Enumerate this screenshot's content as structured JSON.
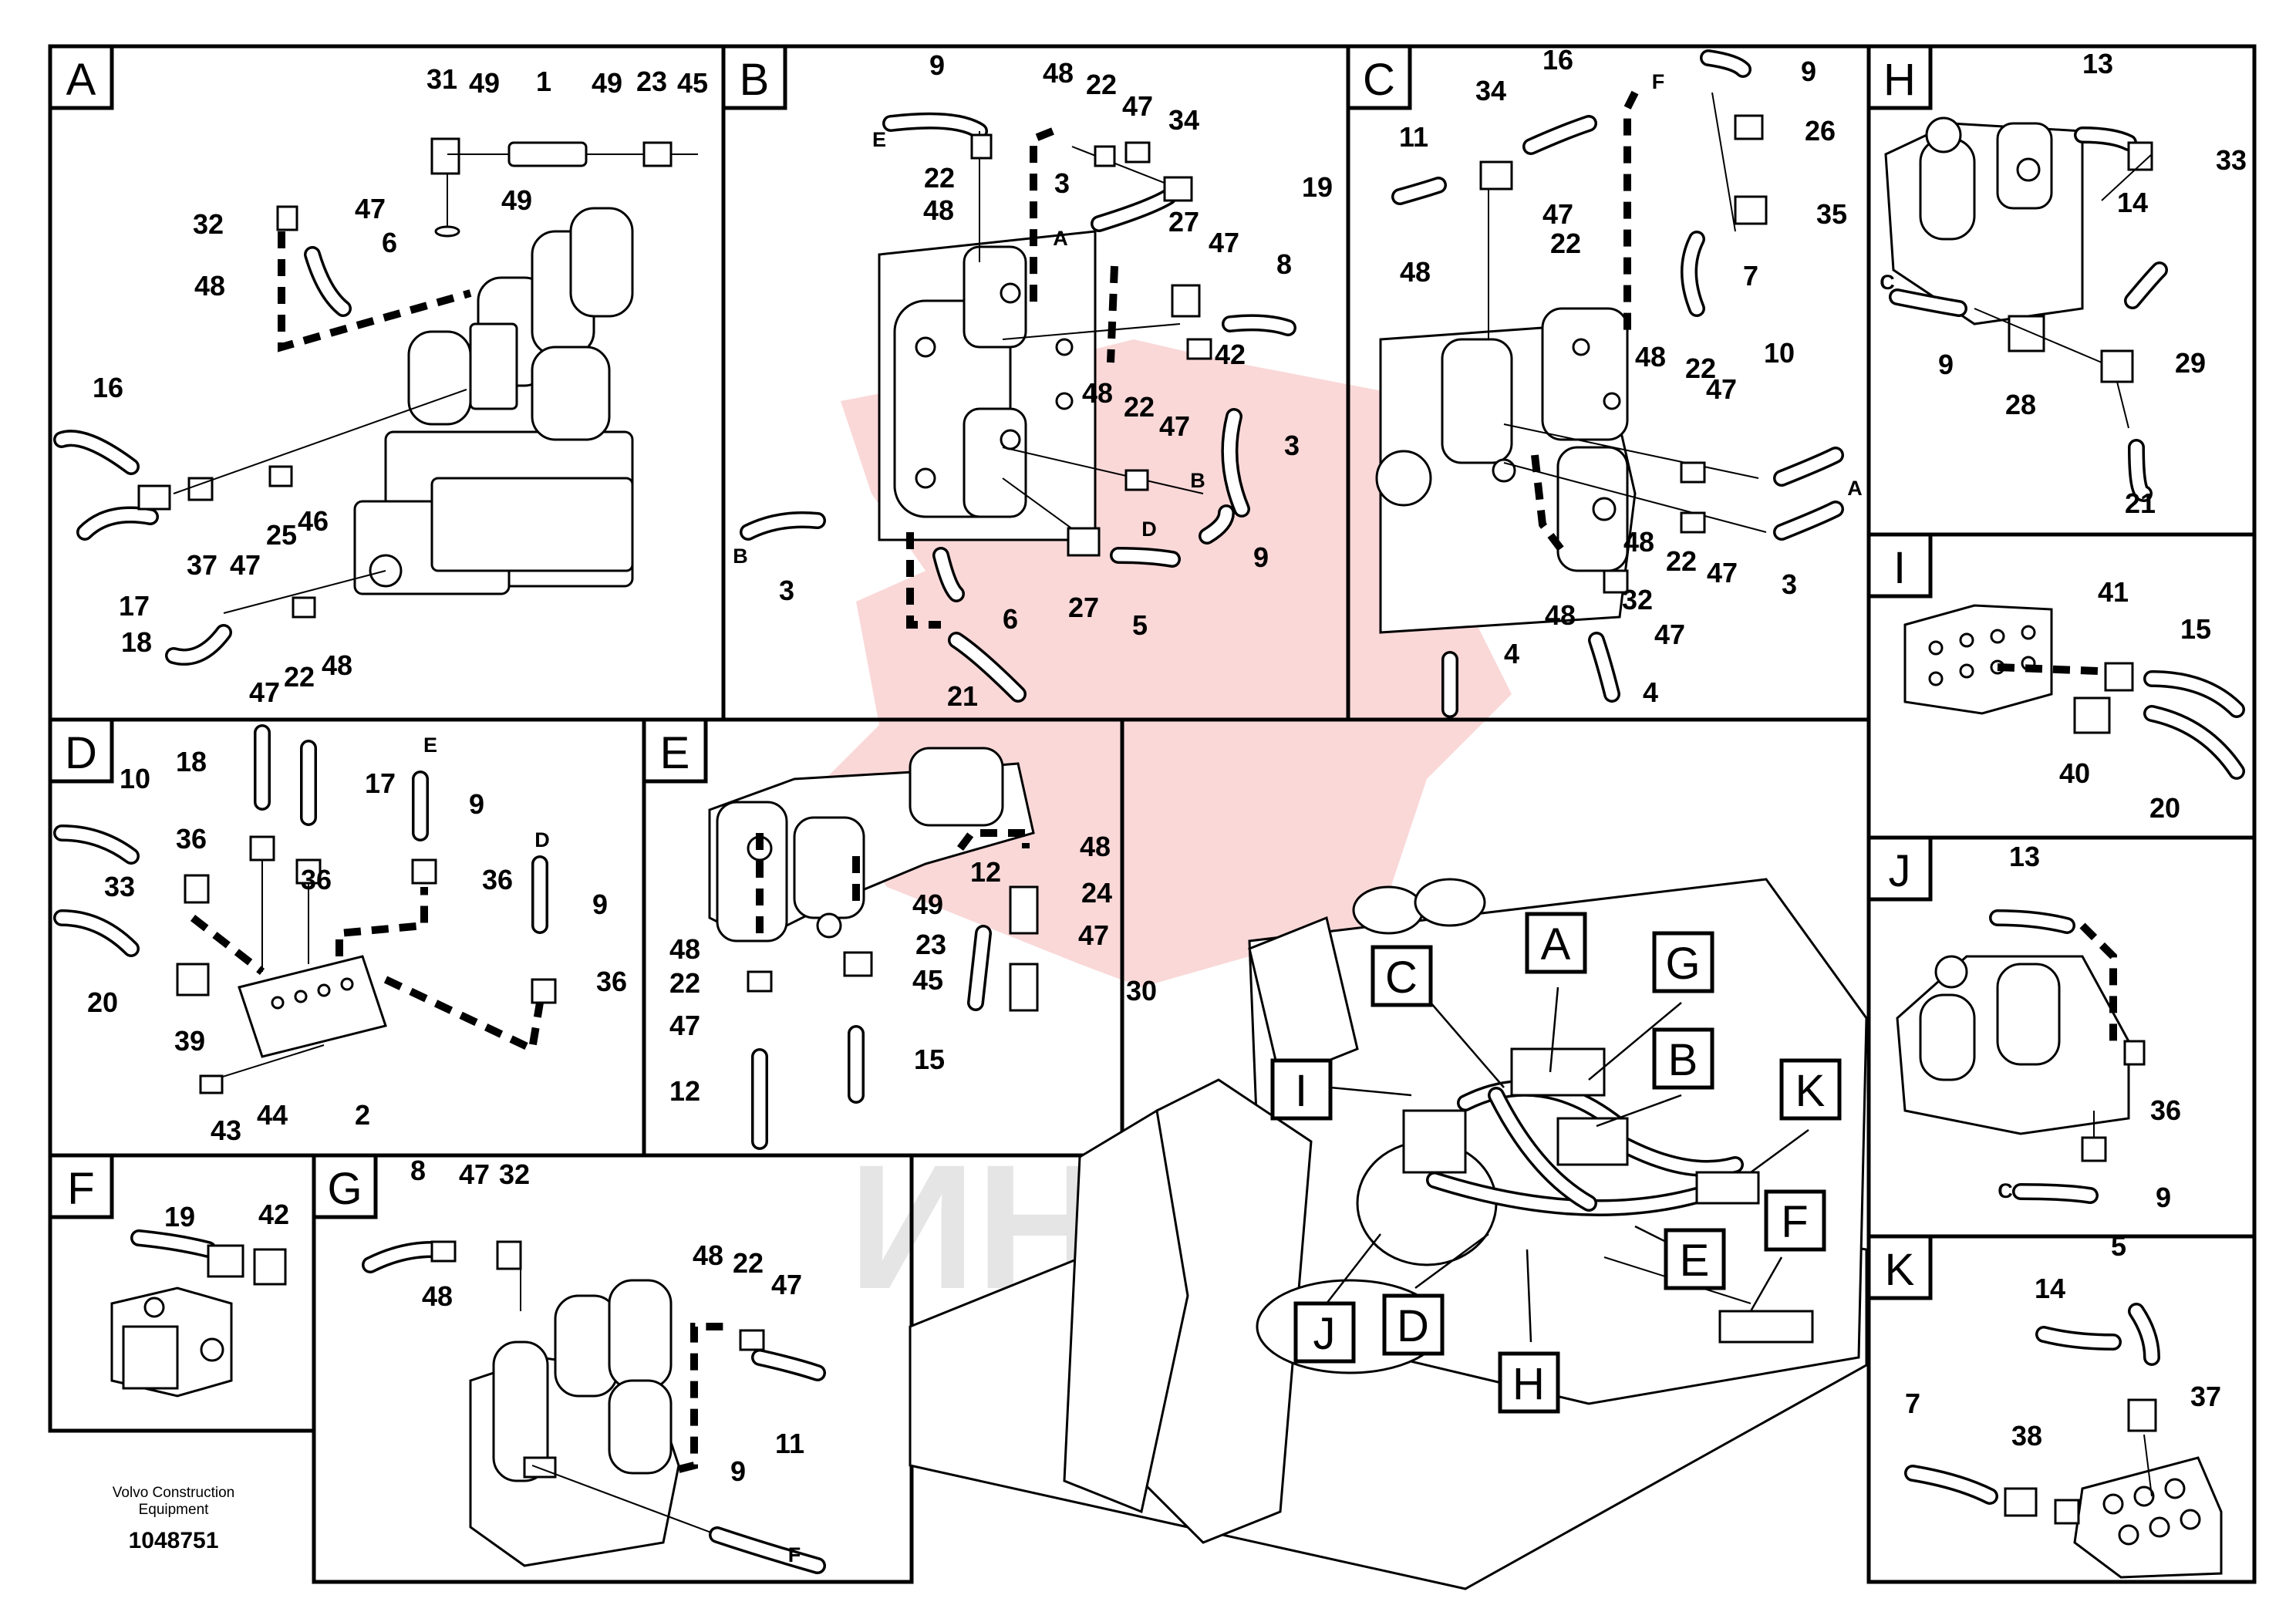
{
  "panels": [
    {
      "id": "A",
      "letter": "A"
    },
    {
      "id": "B",
      "letter": "B"
    },
    {
      "id": "C",
      "letter": "C"
    },
    {
      "id": "H",
      "letter": "H"
    },
    {
      "id": "I",
      "letter": "I"
    },
    {
      "id": "D",
      "letter": "D"
    },
    {
      "id": "E",
      "letter": "E"
    },
    {
      "id": "J",
      "letter": "J"
    },
    {
      "id": "F",
      "letter": "F"
    },
    {
      "id": "G",
      "letter": "G"
    },
    {
      "id": "K",
      "letter": "K"
    }
  ],
  "overview_labels": [
    "C",
    "A",
    "G",
    "I",
    "B",
    "K",
    "F",
    "E",
    "J",
    "D",
    "H"
  ],
  "callouts": {
    "A": [
      "31",
      "49",
      "1",
      "49",
      "23",
      "45",
      "32",
      "47",
      "6",
      "48",
      "49",
      "16",
      "17",
      "37",
      "47",
      "25",
      "46",
      "18",
      "47",
      "22",
      "48"
    ],
    "B": [
      "9",
      "48",
      "22",
      "47",
      "34",
      "E",
      "22",
      "48",
      "3",
      "A",
      "19",
      "27",
      "47",
      "8",
      "42",
      "3",
      "B",
      "48",
      "22",
      "47",
      "B",
      "3",
      "D",
      "9",
      "6",
      "27",
      "5",
      "21"
    ],
    "C": [
      "16",
      "F",
      "9",
      "11",
      "34",
      "26",
      "47",
      "35",
      "48",
      "22",
      "7",
      "48",
      "22",
      "47",
      "10",
      "A",
      "48",
      "22",
      "47",
      "3",
      "48",
      "32",
      "47",
      "4",
      "4"
    ],
    "H": [
      "13",
      "33",
      "14",
      "C",
      "9",
      "28",
      "29",
      "21"
    ],
    "I": [
      "41",
      "15",
      "40",
      "20"
    ],
    "D": [
      "10",
      "18",
      "17",
      "E",
      "9",
      "36",
      "36",
      "36",
      "33",
      "D",
      "9",
      "20",
      "39",
      "36",
      "43",
      "44",
      "2"
    ],
    "E": [
      "48",
      "12",
      "24",
      "49",
      "47",
      "48",
      "23",
      "22",
      "45",
      "30",
      "47",
      "12",
      "15"
    ],
    "J": [
      "13",
      "36",
      "C",
      "9"
    ],
    "F": [
      "19",
      "42"
    ],
    "G": [
      "8",
      "47",
      "32",
      "48",
      "48",
      "22",
      "47",
      "11",
      "9",
      "F"
    ],
    "K": [
      "5",
      "14",
      "37",
      "7",
      "38"
    ]
  },
  "footer": {
    "company": "Volvo Construction",
    "company_line2": "Equipment",
    "drawing_number": "1048751"
  },
  "watermark": {
    "text": "ИНТЕХ",
    "color": "#e84c4c"
  }
}
